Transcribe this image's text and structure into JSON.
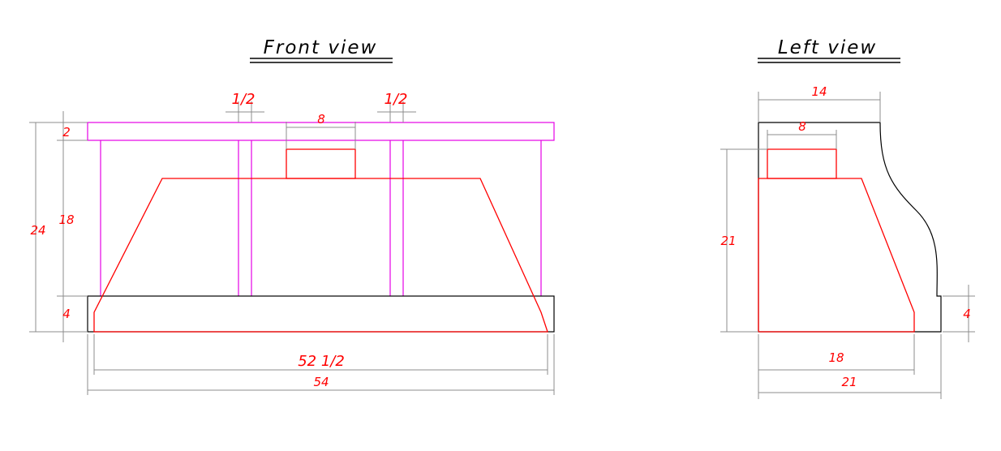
{
  "colors": {
    "outline": "#000000",
    "hood": "#ff0000",
    "frame": "#e600e6",
    "dimension_line": "#8c8c8c",
    "dimension_text": "#ff0000"
  },
  "front_view": {
    "title": "Front view",
    "dims": {
      "half_left": "1/2",
      "half_right": "1/2",
      "top_box_width": "8",
      "top_rail": "2",
      "frame_height": "18",
      "total_height": "24",
      "base_height": "4",
      "inner_width": "52 1/2",
      "total_width": "54"
    }
  },
  "left_view": {
    "title": "Left view",
    "dims": {
      "top_depth": "14",
      "top_box_depth": "8",
      "hood_height": "21",
      "base_height": "4",
      "inner_depth": "18",
      "total_depth": "21"
    }
  }
}
